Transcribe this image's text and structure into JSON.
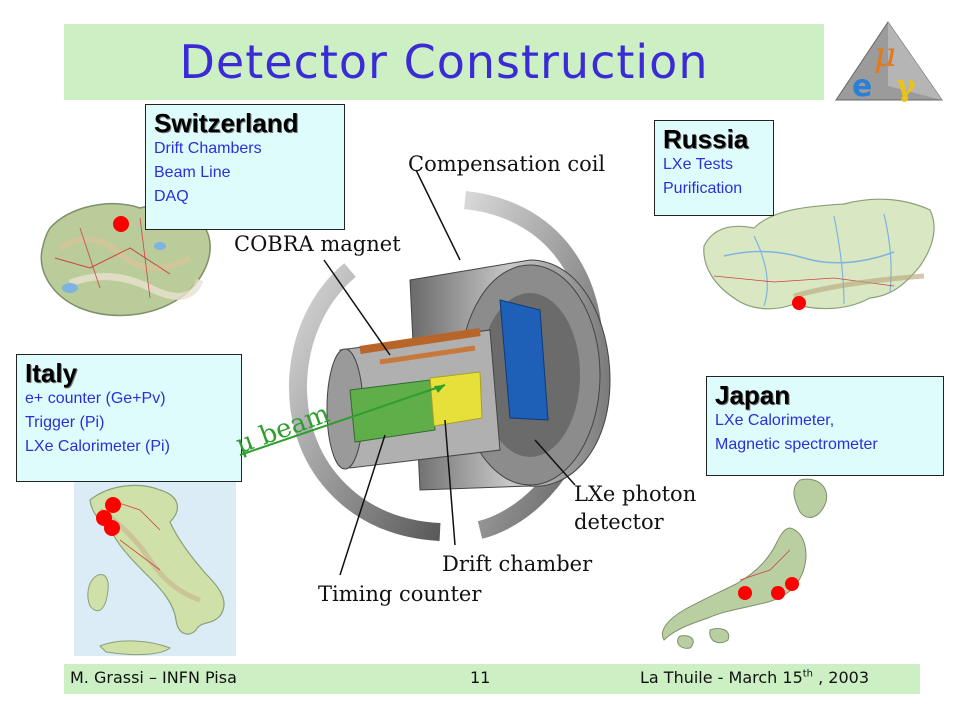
{
  "slide": {
    "title": "Detector Construction"
  },
  "logo": {
    "letters": [
      "μ",
      "e",
      "γ"
    ]
  },
  "countries": {
    "switzerland": {
      "name": "Switzerland",
      "items": [
        "Drift Chambers",
        "Beam Line",
        "DAQ"
      ]
    },
    "russia": {
      "name": "Russia",
      "items": [
        "LXe Tests",
        "Purification"
      ]
    },
    "italy": {
      "name": "Italy",
      "items": [
        "e+ counter (Ge+Pv)",
        "Trigger (Pi)",
        "LXe Calorimeter (Pi)"
      ]
    },
    "japan": {
      "name": "Japan",
      "items": [
        "LXe Calorimeter,",
        "Magnetic spectrometer"
      ]
    }
  },
  "diagram": {
    "compensation_coil": "Compensation coil",
    "cobra_magnet": "COBRA magnet",
    "beam": "μ beam",
    "lxe_photon_1": "LXe photon",
    "lxe_photon_2": "detector",
    "drift_chamber": "Drift chamber",
    "timing_counter": "Timing counter"
  },
  "colors": {
    "title": "#3a2bd6",
    "band": "#ccf0c4",
    "box_bg": "#dffcfc",
    "box_text": "#2e2ed6",
    "marker": "#ff0000",
    "beam": "#2e9e2e"
  },
  "footer": {
    "author": "M. Grassi – INFN Pisa",
    "page": "11",
    "venue_prefix": "La Thuile -  March 15",
    "venue_sup": "th",
    "venue_suffix": " , 2003"
  }
}
